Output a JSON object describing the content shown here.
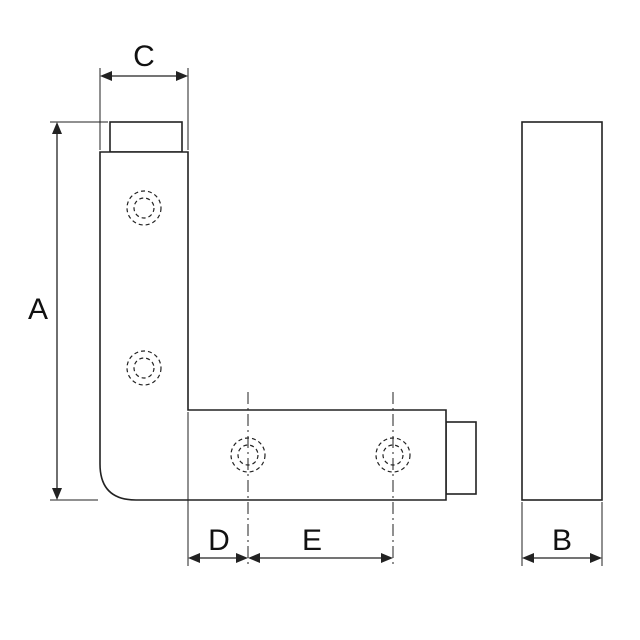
{
  "labels": {
    "A": "A",
    "B": "B",
    "C": "C",
    "D": "D",
    "E": "E"
  },
  "holes": 4
}
